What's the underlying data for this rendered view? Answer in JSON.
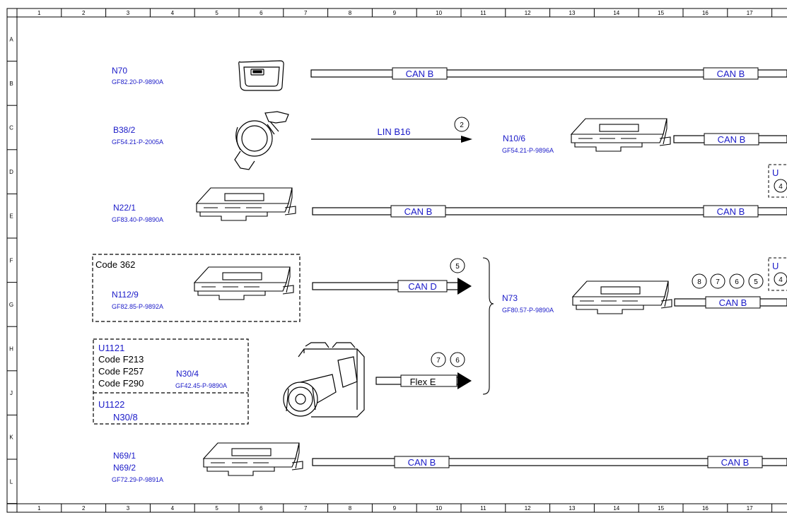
{
  "grid": {
    "columns": [
      "1",
      "2",
      "3",
      "4",
      "5",
      "6",
      "7",
      "8",
      "9",
      "10",
      "11",
      "12",
      "13",
      "14",
      "15",
      "16",
      "17"
    ],
    "rows": [
      "A",
      "B",
      "C",
      "D",
      "E",
      "F",
      "G",
      "H",
      "J",
      "K",
      "L"
    ]
  },
  "components": {
    "n70": {
      "label": "N70",
      "ref": "GF82.20-P-9890A"
    },
    "b38_2": {
      "label": "B38/2",
      "ref": "GF54.21-P-2005A"
    },
    "n10_6": {
      "label": "N10/6",
      "ref": "GF54.21-P-9896A"
    },
    "n22_1": {
      "label": "N22/1",
      "ref": "GF83.40-P-9890A"
    },
    "n112_9": {
      "code": "Code 362",
      "label": "N112/9",
      "ref": "GF82.85-P-9892A"
    },
    "n73": {
      "label": "N73",
      "ref": "GF80.57-P-9890A"
    },
    "u1121": {
      "label": "U1121",
      "codes": [
        "Code F213",
        "Code F257",
        "Code F290"
      ]
    },
    "n30_4": {
      "label": "N30/4",
      "ref": "GF42.45-P-9890A"
    },
    "u1122": {
      "label": "U1122",
      "sub": "N30/8"
    },
    "n69": {
      "label1": "N69/1",
      "label2": "N69/2",
      "ref": "GF72.29-P-9891A"
    }
  },
  "buses": {
    "can_b": "CAN B",
    "can_d": "CAN D",
    "flex_e": "Flex E",
    "lin_b16": "LIN B16"
  },
  "markers": {
    "lin": [
      "2"
    ],
    "can_d": [
      "5"
    ],
    "flex_e": [
      "7",
      "6"
    ],
    "n73_out": [
      "8",
      "7",
      "6",
      "5"
    ]
  },
  "edge_fragments": {
    "u_upper": "U",
    "n_upper": "4",
    "u_lower": "U",
    "n_lower": "4"
  }
}
